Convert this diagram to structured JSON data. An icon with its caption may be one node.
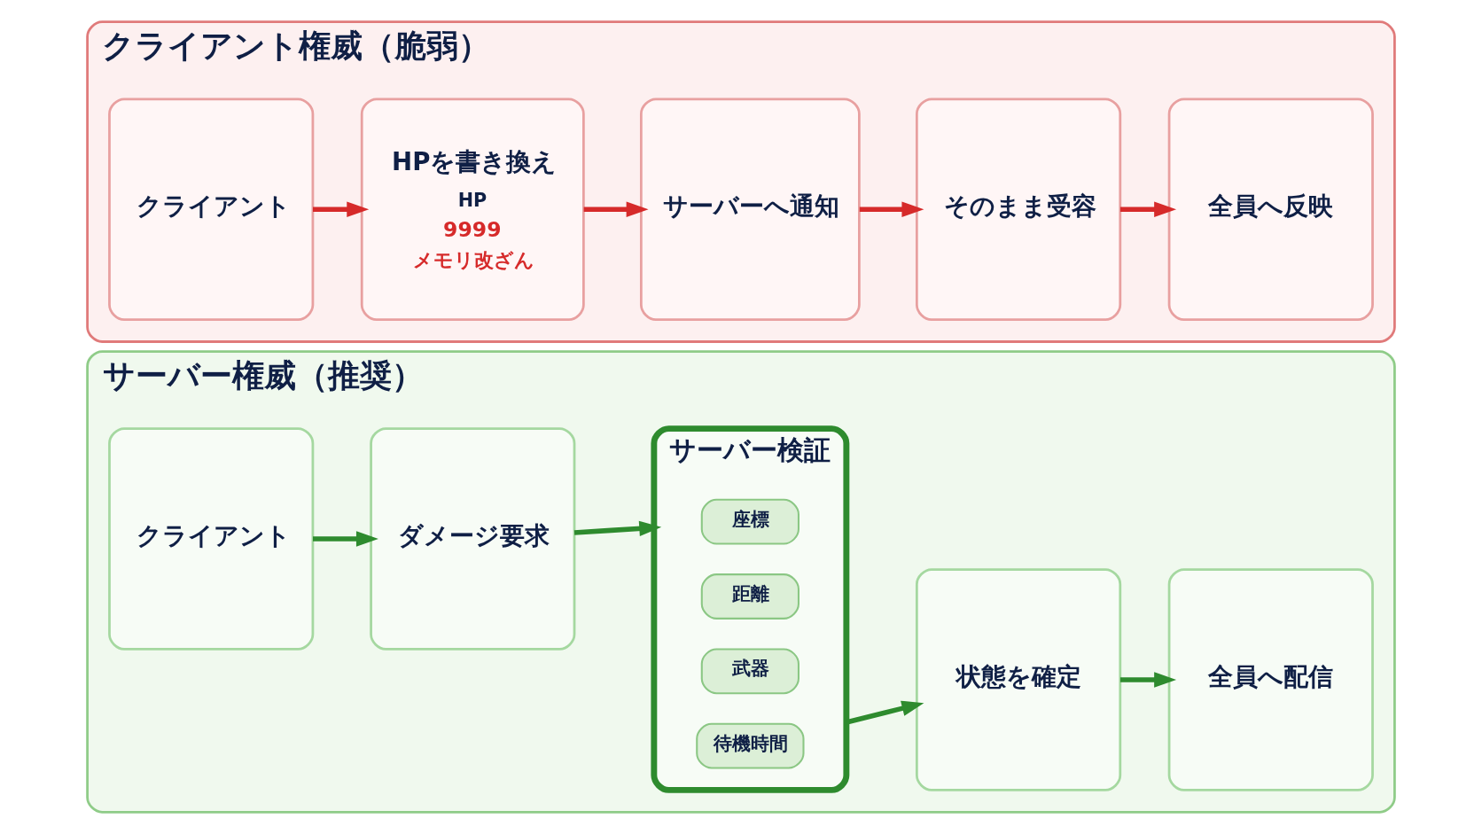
{
  "diagram": {
    "nodes": [
      {
        "text": [
          "クライアント権威（脆弱）"
        ]
      },
      {
        "text": [
          "クライアント"
        ],
        "in": 0
      },
      {
        "text": [
          "HPを書き換え",
          "HP",
          "9999",
          "メモリ改ざん"
        ],
        "in": 0
      },
      {
        "text": [
          "サーバーへ通知"
        ],
        "in": 0
      },
      {
        "text": [
          "そのまま受容"
        ],
        "in": 0
      },
      {
        "text": [
          "全員へ反映"
        ],
        "in": 0
      },
      {
        "text": [
          "サーバー権威（推奨）"
        ]
      },
      {
        "text": [
          "クライアント"
        ],
        "in": 6
      },
      {
        "text": [
          "ダメージ要求"
        ],
        "in": 6
      },
      {
        "text": [
          "サーバー検証"
        ],
        "in": 6
      },
      {
        "text": [
          "座標"
        ],
        "in": 9
      },
      {
        "text": [
          "距離"
        ],
        "in": 9
      },
      {
        "text": [
          "武器"
        ],
        "in": 9
      },
      {
        "text": [
          "待機時間"
        ],
        "in": 9
      },
      {
        "text": [
          "状態を確定"
        ],
        "in": 6
      },
      {
        "text": [
          "全員へ配信"
        ],
        "in": 6
      }
    ],
    "edges": [
      {
        "from": 1,
        "to": 2,
        "arrow": "to",
        "color": "#d62a2a"
      },
      {
        "from": 2,
        "to": 3,
        "arrow": "to",
        "color": "#d62a2a"
      },
      {
        "from": 3,
        "to": 4,
        "arrow": "to",
        "color": "#d62a2a"
      },
      {
        "from": 4,
        "to": 5,
        "arrow": "to",
        "color": "#d62a2a"
      },
      {
        "from": 7,
        "to": 8,
        "arrow": "to",
        "color": "#2e8b2e"
      },
      {
        "from": 8,
        "to": 9,
        "arrow": "to",
        "color": "#2e8b2e"
      },
      {
        "from": 9,
        "to": 14,
        "arrow": "to",
        "color": "#2e8b2e"
      },
      {
        "from": 14,
        "to": 15,
        "arrow": "to",
        "color": "#2e8b2e"
      }
    ]
  }
}
